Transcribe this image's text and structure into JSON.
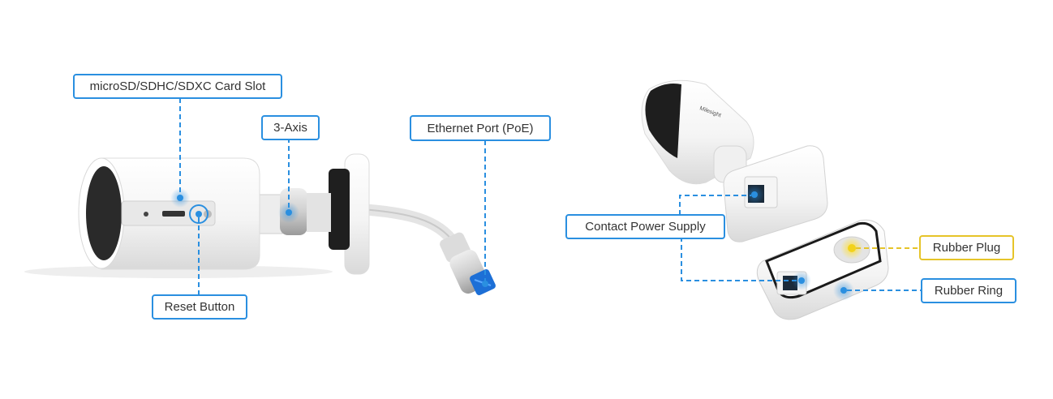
{
  "labels": {
    "card_slot": "microSD/SDHC/SDXC Card Slot",
    "three_axis": "3-Axis",
    "ethernet_port": "Ethernet Port (PoE)",
    "reset_button": "Reset Button",
    "contact_power": "Contact Power Supply",
    "rubber_plug": "Rubber Plug",
    "rubber_ring": "Rubber Ring"
  },
  "brand_mark": "Milesight",
  "colors": {
    "callout_blue": "#2a8fe0",
    "callout_yellow": "#e6c429",
    "rj45_blue": "#1d6fd6"
  }
}
